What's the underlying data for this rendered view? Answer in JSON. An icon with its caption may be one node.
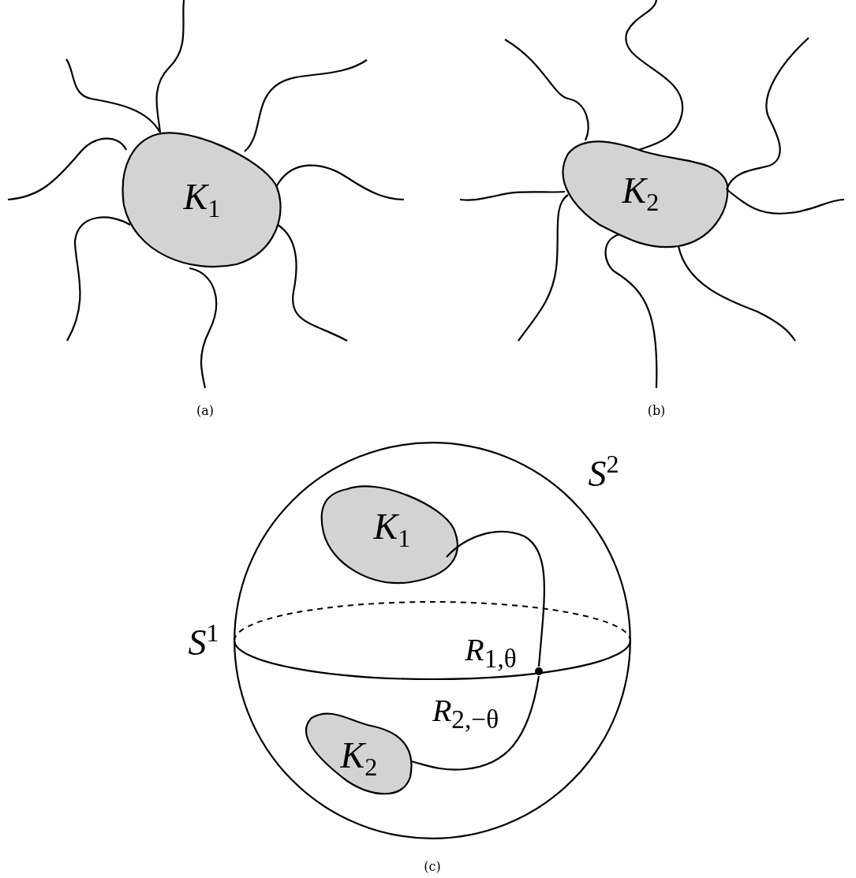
{
  "diagram": {
    "nodes": [
      {
        "text": [
          "*K*$_{1}$"
        ]
      },
      {
        "text": [
          "*K*$_{2}$"
        ]
      },
      {
        "text": [
          "*S*$^{2}$"
        ]
      },
      {
        "text": [
          "*K*$_{1}$"
        ],
        "in": 2
      },
      {
        "text": [
          "*S*$^{1}$"
        ]
      },
      {
        "text": [],
        "shape": "circle",
        "in": 4
      },
      {
        "text": [
          "*K*$_{2}$"
        ],
        "in": 2
      }
    ],
    "edges": [
      {
        "from": 0,
        "to": null,
        "arrow": "none"
      },
      {
        "from": 0,
        "to": null,
        "arrow": "none"
      },
      {
        "from": 0,
        "to": null,
        "arrow": "none"
      },
      {
        "from": 0,
        "to": null,
        "arrow": "none"
      },
      {
        "from": 0,
        "to": null,
        "arrow": "none"
      },
      {
        "from": 0,
        "to": null,
        "arrow": "none"
      },
      {
        "from": 0,
        "to": null,
        "arrow": "none"
      },
      {
        "from": 0,
        "to": null,
        "arrow": "none"
      },
      {
        "from": 1,
        "to": null,
        "arrow": "none"
      },
      {
        "from": 1,
        "to": null,
        "arrow": "none"
      },
      {
        "from": 1,
        "to": null,
        "arrow": "none"
      },
      {
        "from": 1,
        "to": null,
        "arrow": "none"
      },
      {
        "from": 1,
        "to": null,
        "arrow": "none"
      },
      {
        "from": 1,
        "to": null,
        "arrow": "none"
      },
      {
        "from": 1,
        "to": null,
        "arrow": "none"
      },
      {
        "from": 1,
        "to": null,
        "arrow": "none"
      },
      {
        "from": 3,
        "to": 5,
        "arrow": "none",
        "label": "*R*$_{1,θ}$"
      },
      {
        "from": 5,
        "to": 6,
        "arrow": "none",
        "label": "*R*$_{2,−θ}$"
      }
    ],
    "labels": [
      "(a)",
      "(b)",
      "(c)"
    ]
  }
}
